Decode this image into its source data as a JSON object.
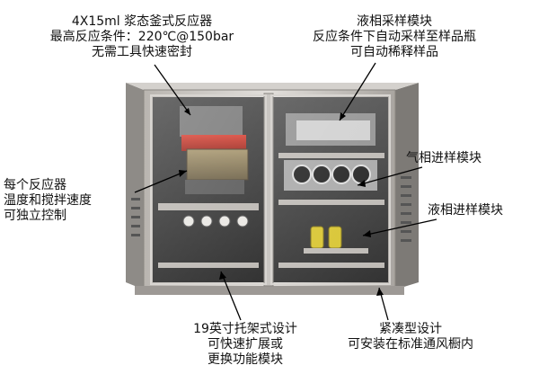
{
  "callouts": {
    "reactors": {
      "lines": [
        "4X15ml 浆态釜式反应器",
        "最高反应条件：220℃@150bar",
        "无需工具快速密封"
      ]
    },
    "liquid_sampling": {
      "lines": [
        "液相采样模块",
        "反应条件下自动采样至样品瓶",
        "可自动稀释样品"
      ]
    },
    "gas_feed": {
      "lines": [
        "气相进样模块"
      ]
    },
    "liquid_feed": {
      "lines": [
        "液相进样模块"
      ]
    },
    "reactor_control": {
      "lines": [
        "每个反应器",
        "温度和搅拌速度",
        "可独立控制"
      ]
    },
    "rack": {
      "lines": [
        "19英寸托架式设计",
        "可快速扩展或",
        "更换功能模块"
      ]
    },
    "compact": {
      "lines": [
        "紧凑型设计",
        "可安装在标准通风橱内"
      ]
    }
  },
  "colors": {
    "cabinet_frame": "#c9c6c2",
    "cabinet_dark": "#3a3a3a",
    "reactor_block": "#c0392b",
    "heater": "#8a7a5a",
    "bottle_yellow": "#d7c32a",
    "leader_line": "#000000"
  }
}
